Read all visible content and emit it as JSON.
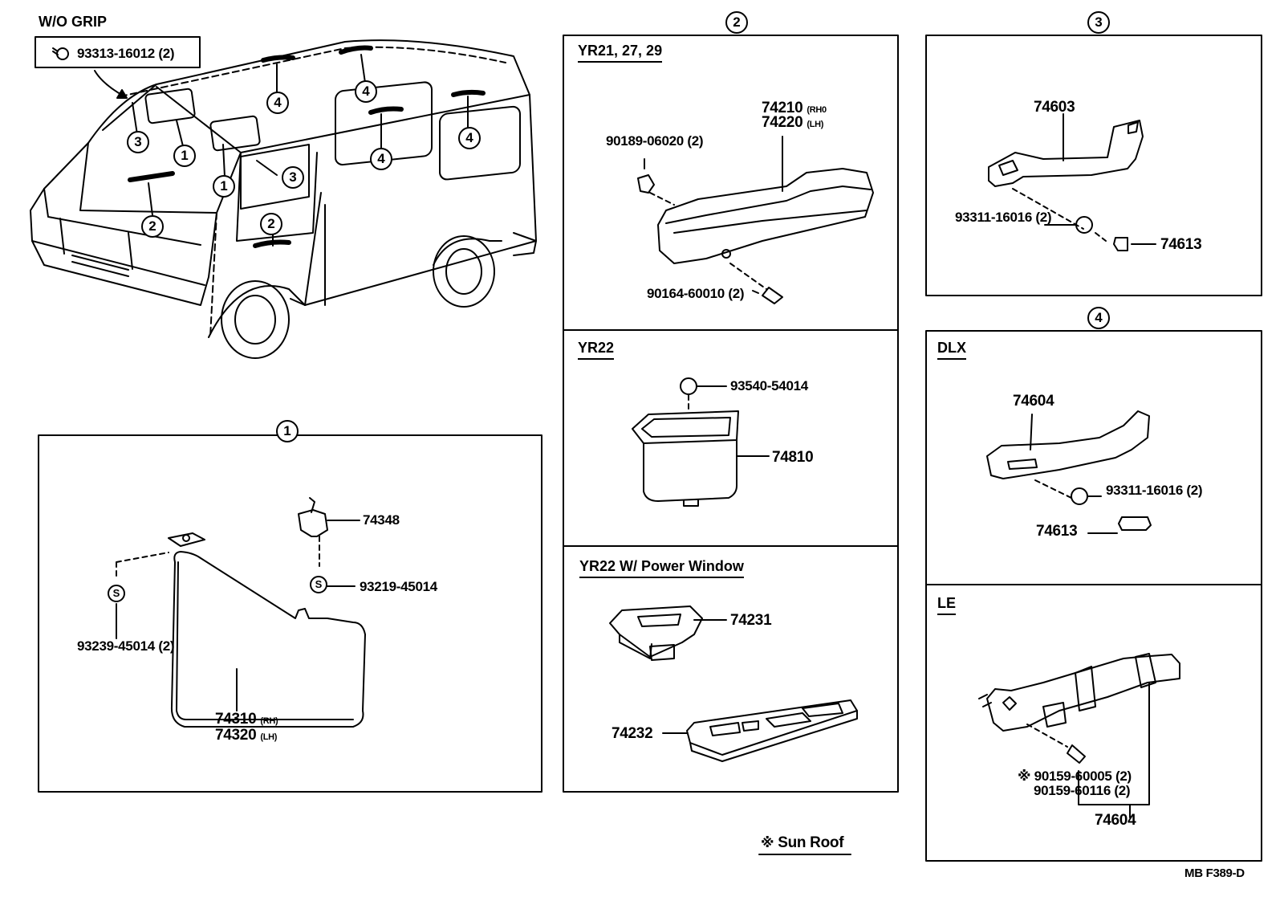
{
  "top_left": {
    "title": "W/O GRIP",
    "bolt_part": "93313-16012 (2)"
  },
  "callouts": {
    "c1": "1",
    "c2": "2",
    "c3": "3",
    "c4": "4"
  },
  "panel1": {
    "stay": "74348",
    "screw_s": "S",
    "screw1": "93219-45014",
    "screw2": "93239-45014 (2)",
    "visor_rh": "74310",
    "visor_rh_side": "(RH)",
    "visor_lh": "74320",
    "visor_lh_side": "(LH)"
  },
  "panel2": {
    "header_a": "YR21, 27, 29",
    "clip": "90189-06020 (2)",
    "grip_rh": "74210",
    "grip_rh_side": "(RH0",
    "grip_lh": "74220",
    "grip_lh_side": "(LH)",
    "grip_screw": "90164-60010 (2)",
    "header_b": "YR22",
    "pocket_screw": "93540-54014",
    "pocket": "74810",
    "header_c": "YR22  W/ Power Window",
    "switch1": "74231",
    "switch2": "74232"
  },
  "panel3": {
    "grip": "74603",
    "screw": "93311-16016 (2)",
    "cap": "74613"
  },
  "panel4": {
    "header_dlx": "DLX",
    "grip": "74604",
    "screw": "93311-16016 (2)",
    "cap": "74613",
    "header_le": "LE",
    "bolt_sunroof_mark": "※",
    "bolt1": "90159-60005 (2)",
    "bolt2": "90159-60116 (2)",
    "strap": "74604"
  },
  "footer": {
    "note_mark": "※",
    "note": "Sun Roof",
    "code": "MB  F389-D"
  }
}
